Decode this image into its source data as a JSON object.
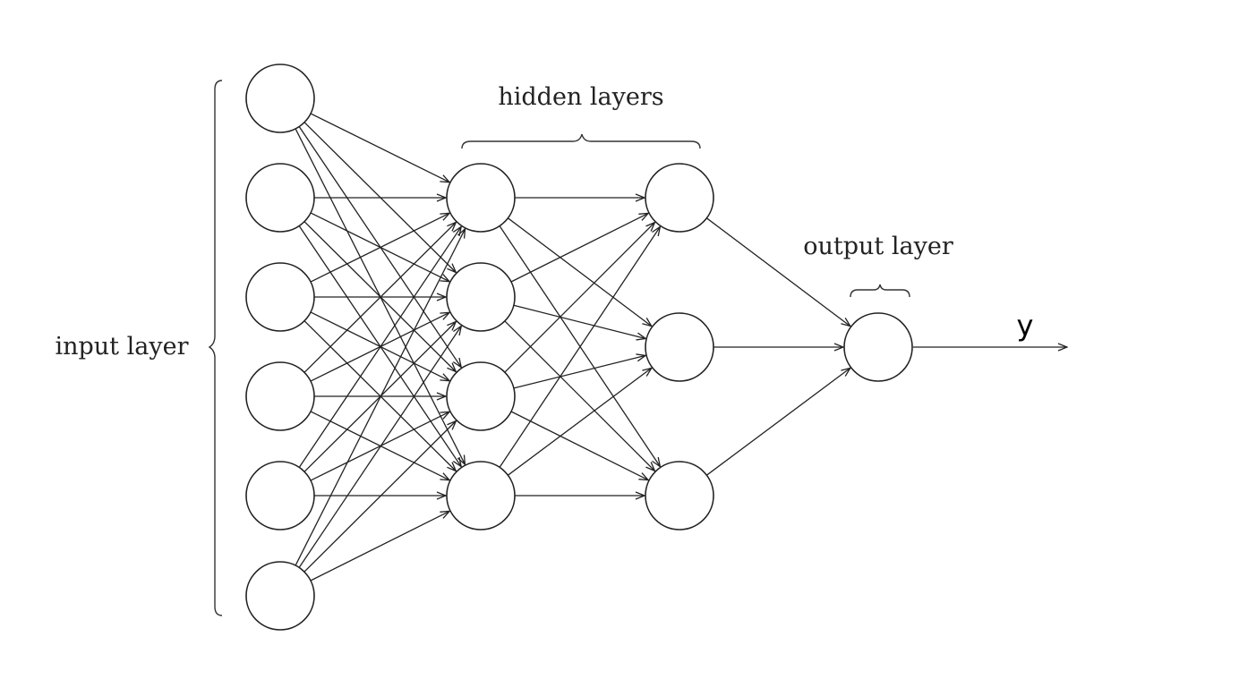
{
  "labels": {
    "input": "input layer",
    "hidden": "hidden layers",
    "output": "output layer",
    "output_symbol": "y"
  },
  "network": {
    "layer_sizes": [
      6,
      4,
      3,
      1
    ],
    "connectivity": "fully-connected"
  },
  "colors": {
    "stroke": "#222222",
    "background": "#ffffff"
  }
}
